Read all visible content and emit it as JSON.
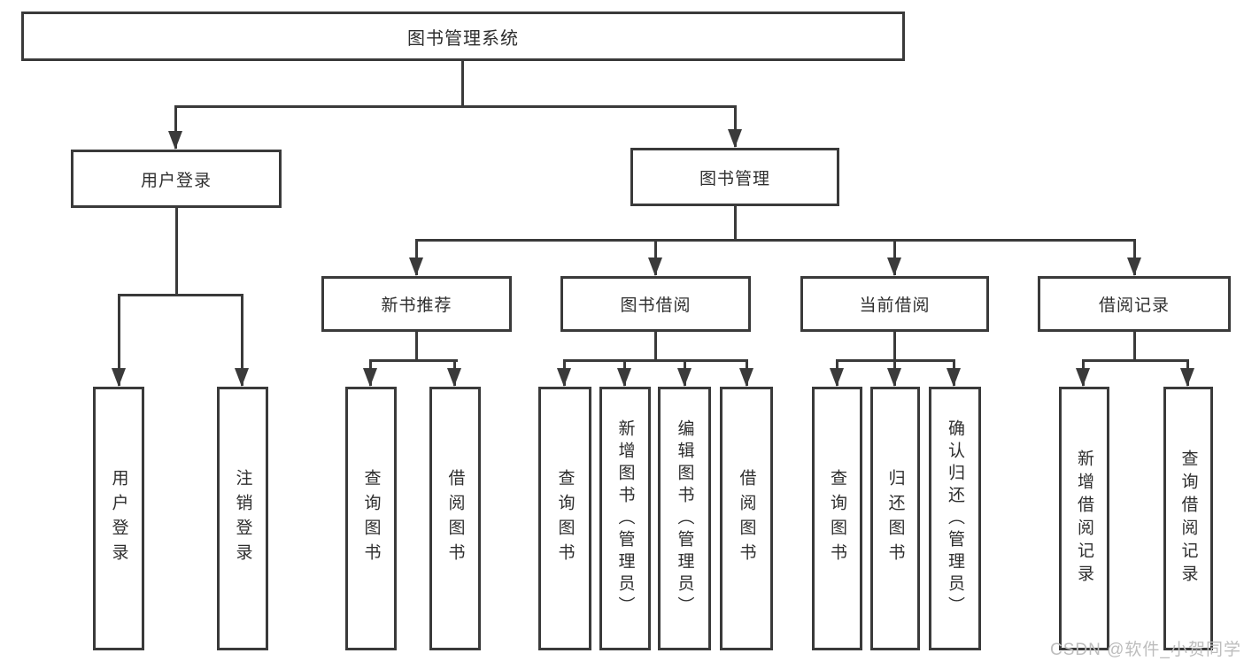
{
  "diagram": {
    "title_node": {
      "label": "图书管理系统"
    },
    "level1": [
      {
        "label": "用户登录"
      },
      {
        "label": "图书管理"
      }
    ],
    "level2": [
      {
        "label": "新书推荐"
      },
      {
        "label": "图书借阅"
      },
      {
        "label": "当前借阅"
      },
      {
        "label": "借阅记录"
      }
    ],
    "leaves": [
      {
        "label": "用户登录"
      },
      {
        "label": "注销登录"
      },
      {
        "label": "查询图书"
      },
      {
        "label": "借阅图书"
      },
      {
        "label": "查询图书"
      },
      {
        "label": "新增图书（管理员）"
      },
      {
        "label": "编辑图书（管理员）"
      },
      {
        "label": "借阅图书"
      },
      {
        "label": "查询图书"
      },
      {
        "label": "归还图书"
      },
      {
        "label": "确认归还（管理员）"
      },
      {
        "label": "新增借阅记录"
      },
      {
        "label": "查询借阅记录"
      }
    ]
  },
  "watermark": {
    "text": "CSDN @软件_小贺同学"
  },
  "colors": {
    "line": "#3a3a3a",
    "text": "#2e2e2e",
    "watermark": "#bdbdbd",
    "bg": "#ffffff"
  }
}
